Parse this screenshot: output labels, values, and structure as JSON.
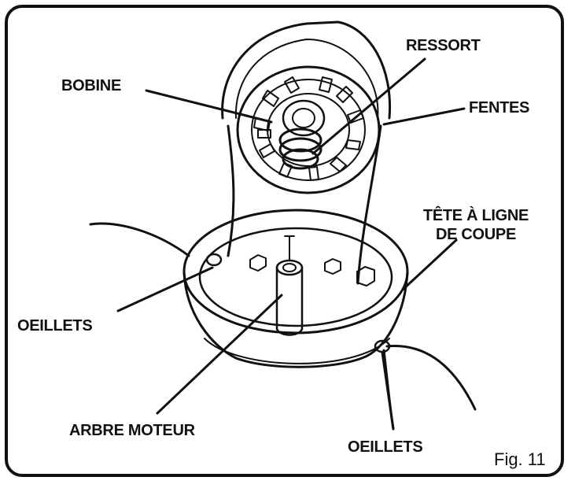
{
  "labels": {
    "bobine": "BOBINE",
    "ressort": "RESSORT",
    "fentes": "FENTES",
    "tete_line1": "TÊTE À LIGNE",
    "tete_line2": "DE COUPE",
    "oeillets_left": "OEILLETS",
    "arbre_moteur": "ARBRE MOTEUR",
    "oeillets_right": "OEILLETS"
  },
  "figure_label": "Fig. 11",
  "colors": {
    "ink": "#111111",
    "paper": "#ffffff"
  }
}
